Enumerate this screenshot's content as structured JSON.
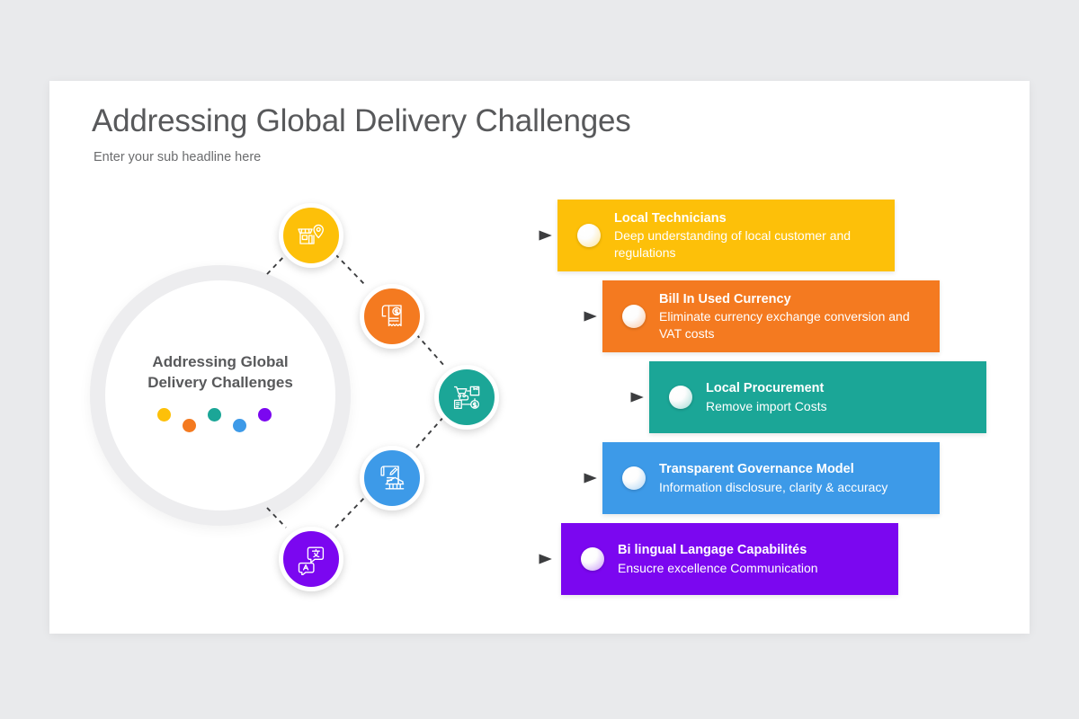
{
  "header": {
    "title": "Addressing Global Delivery Challenges",
    "subtitle": "Enter your sub headline here"
  },
  "hub": {
    "title": "Addressing Global\nDelivery Challenges",
    "dot_colors": [
      "#FDC009",
      "#F47A20",
      "#1BA697",
      "#3D9AE8",
      "#7B07F0"
    ]
  },
  "items": [
    {
      "title": "Local Technicians",
      "description": "Deep understanding of local customer and regulations",
      "color": "#FDC009",
      "icon": "storefront-location-icon"
    },
    {
      "title": "Bill In Used Currency",
      "description": "Eliminate currency exchange conversion and VAT costs",
      "color": "#F47A20",
      "icon": "invoice-dollar-icon"
    },
    {
      "title": "Local Procurement",
      "description": "Remove import Costs",
      "color": "#1BA697",
      "icon": "procurement-flow-icon"
    },
    {
      "title": "Transparent Governance Model",
      "description": "Information disclosure, clarity & accuracy",
      "color": "#3D9AE8",
      "icon": "document-government-icon"
    },
    {
      "title": "Bi lingual Langage Capabilités",
      "description": "Ensucre excellence Communication",
      "color": "#7B07F0",
      "icon": "translation-bubbles-icon"
    }
  ]
}
